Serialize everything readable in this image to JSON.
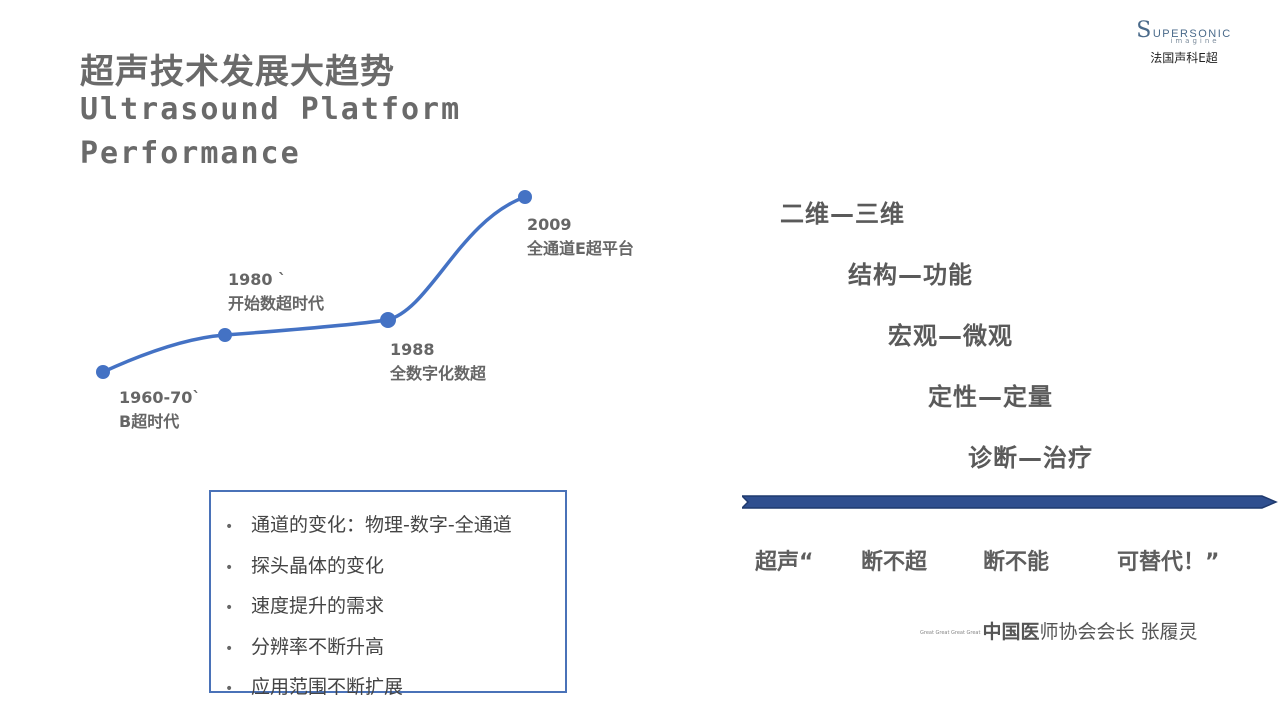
{
  "title": {
    "cn": "超声技术发展大趋势",
    "en_line1": "Ultrasound Platform",
    "en_line2": "Performance"
  },
  "logo": {
    "word_initial": "S",
    "word_rest": "UPERSONIC",
    "sub": "imagine",
    "cn": "法国声科E超"
  },
  "timeline": {
    "color": "#4472c4",
    "points": [
      {
        "label_line1": "1960-70`",
        "label_line2": "B超时代"
      },
      {
        "label_line1": "1980 `",
        "label_line2": "开始数超时代"
      },
      {
        "label_line1": "1988",
        "label_line2": "全数字化数超"
      },
      {
        "label_line1": "2009",
        "label_line2": "全通道E超平台"
      }
    ]
  },
  "stairs": [
    "二维—三维",
    "结构—功能",
    "宏观—微观",
    "定性—定量",
    "诊断—治疗"
  ],
  "arrow_color": "#2f4f8f",
  "quote": {
    "p1": "超声“",
    "p2": "断不超",
    "p3": "断不能",
    "p4": "可替代！”"
  },
  "attribution": {
    "tiny": "Great Great Great Great",
    "org_bold": "中国医",
    "org_rest": "师协会会长",
    "name": "张履灵"
  },
  "bullets": [
    "通道的变化：物理-数字-全通道",
    "探头晶体的变化",
    "速度提升的需求",
    "分辨率不断升高",
    "应用范围不断扩展"
  ],
  "bullet_symbol": "•",
  "box_border_color": "#4a72b8"
}
